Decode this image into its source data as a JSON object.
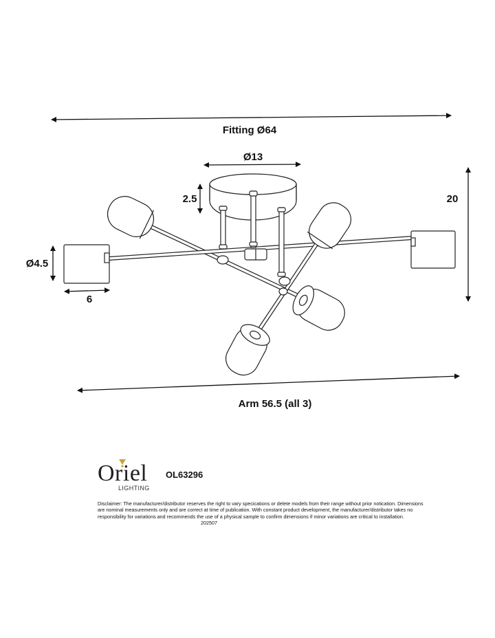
{
  "dimensions": {
    "fitting": "Fitting Ø64",
    "canopy": "Ø13",
    "canopy_height": "2.5",
    "overall_height": "20",
    "shade_diameter": "Ø4.5",
    "shade_length": "6",
    "arm": "Arm 56.5 (all 3)"
  },
  "brand": {
    "name": "Oriel",
    "subtitle": "LIGHTING",
    "accent_color": "#c9a23a"
  },
  "model_number": "OL63296",
  "disclaimer": {
    "text": "Disclaimer: The manufacturer/distributor reserves the right to vary specications or delete models from their range without prior notication. Dimensions are nominal measurements only and are correct at time of publication. With constant product development, the manufacturer/distributor takes no responsibility for variations and recommends the use of a physical sample to confirm dimensions if minor variations are critical to installation.",
    "code": "202507"
  }
}
